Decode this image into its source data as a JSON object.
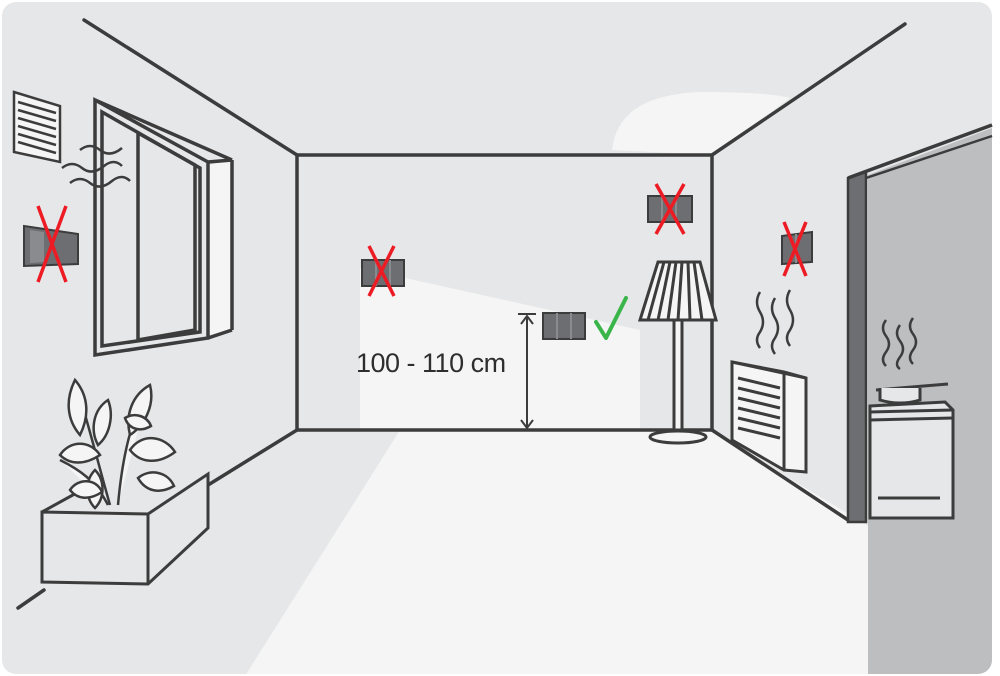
{
  "diagram": {
    "height_label": "100 - 110 cm"
  },
  "colors": {
    "background_panel": "#e6e7e8",
    "light_highlight": "#f5f5f5",
    "line": "#3c3c3c",
    "thermostat": "#6d6e71",
    "wrong_mark": "#ed1c24",
    "correct_mark": "#39b54a",
    "door_wall": "#bcbec0"
  },
  "placements": [
    {
      "name": "near-vent-window",
      "status": "wrong"
    },
    {
      "name": "behind-lamp-corner",
      "status": "wrong"
    },
    {
      "name": "above-lamp-ceiling",
      "status": "wrong"
    },
    {
      "name": "above-radiator",
      "status": "wrong"
    },
    {
      "name": "center-wall-100-110cm",
      "status": "correct"
    }
  ]
}
